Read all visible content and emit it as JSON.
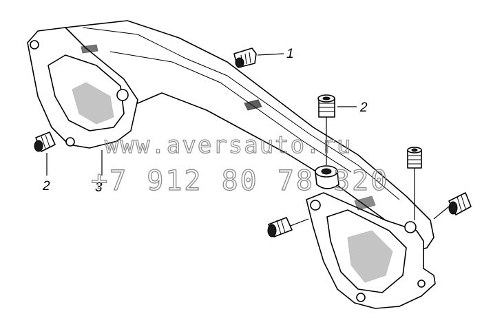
{
  "callouts": {
    "c1": "1",
    "c2a": "2",
    "c2b": "2",
    "c3": "3"
  },
  "watermark": {
    "site": "www.aversauto.ru",
    "phone": "+7 912 80 78 320"
  }
}
